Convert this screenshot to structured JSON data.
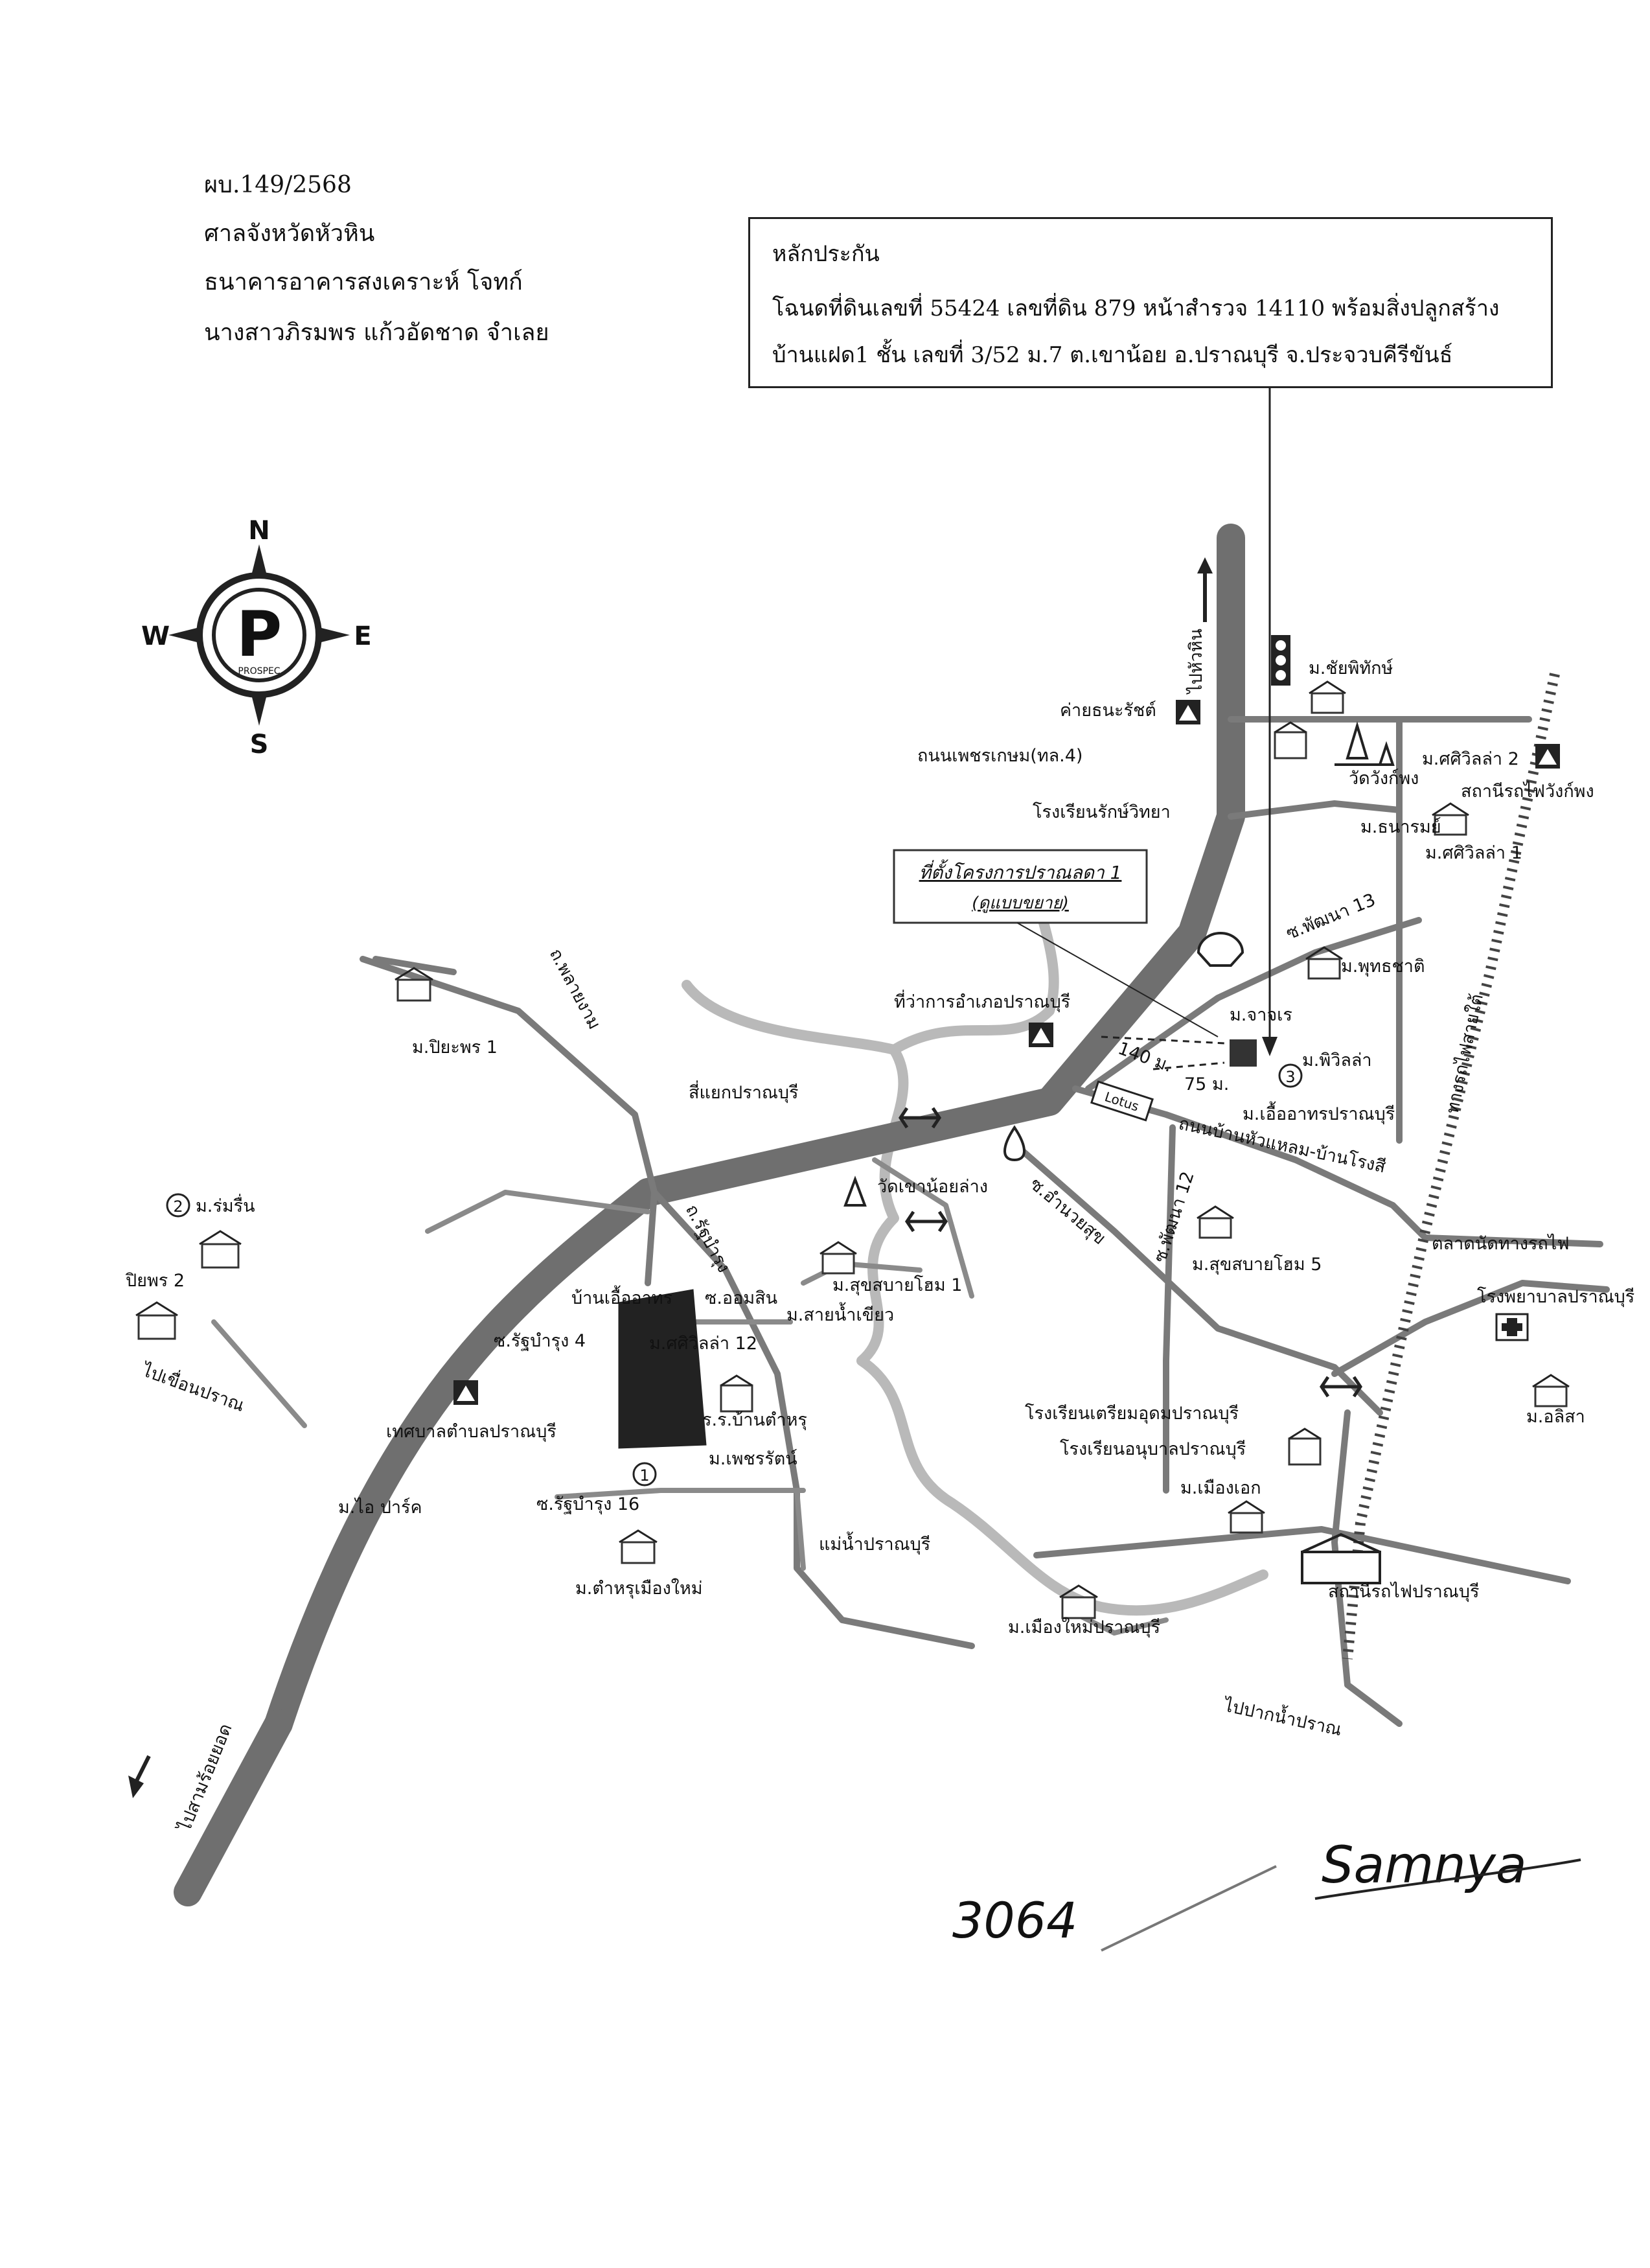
{
  "header": {
    "case_no": "ผบ.149/2568",
    "court": "ศาลจังหวัดหัวหิน",
    "plaintiff": "ธนาคารอาคารสงเคราะห์   โจทก์",
    "defendant": "นางสาวภิรมพร แก้วอัดชาด  จำเลย"
  },
  "collateral": {
    "title": "หลักประกัน",
    "line1": "โฉนดที่ดินเลขที่ 55424  เลขที่ดิน  879  หน้าสำรวจ 14110  พร้อมสิ่งปลูกสร้าง",
    "line2": "บ้านแฝด1 ชั้น  เลขที่ 3/52  ม.7  ต.เขาน้อย  อ.ปราณบุรี จ.ประจวบคีรีขันธ์"
  },
  "compass": {
    "n": "N",
    "s": "S",
    "e": "E",
    "w": "W",
    "logo_letter": "P",
    "logo_text": "PROSPEC"
  },
  "project_box": {
    "line1": "ที่ตั้งโครงการปราณลดา 1",
    "line2": "(ดูแบบขยาย)"
  },
  "labels": {
    "to_huahin": "ไปหัวหิน",
    "m_chaiphithak": "ม.ชัยพิทักษ์",
    "camp_thanarat": "ค่ายธนะรัชต์",
    "phetkasem_rd": "ถนนเพชรเกษม(ทล.4)",
    "wat_wangkphong": "วัดวังก์พง",
    "m_sriwilla2": "ม.ศศิวิลล่า 2",
    "wangkphong_station": "สถานีรถไฟวังก์พง",
    "rakwitthaya_school": "โรงเรียนรักษ์วิทยา",
    "m_thanarom": "ม.ธนารมย์",
    "m_sriwilla1": "ม.ศศิวิลล่า 1",
    "soi_phatthana13": "ซ.พัฒนา 13",
    "m_phutthachat": "ม.พุทธชาติ",
    "m_piyaphon1": "ม.ปิยะพร 1",
    "amphoe_office": "ที่ว่าการอำเภอปราณบุรี",
    "m_jakre": "ม.จาจเร",
    "dist_140": "140 ม.",
    "dist_75": "75 ม.",
    "marker_3": "3",
    "m_phiwilla": "ม.พิวิลล่า",
    "southern_railway": "ทางรถไฟสายใต้",
    "phlayngam_rd": "ถ.พลายงาม",
    "pranburi_intersection": "สี่แยกปราณบุรี",
    "ban_huahaem_rd": "ถนนบ้านหัวแหลม-บ้านโรงสี",
    "m_ua_arthorn_pranburi": "ม.เอื้ออาทรปราณบุรี",
    "marker_2": "2",
    "m_romruen": "ม.ร่มรื่น",
    "wat_khaonoi": "วัดเขาน้อยล่าง",
    "rathbamrung_rd": "ถ.รัฐบำรุง",
    "soi_amnuaisuk": "ซ.อำนวยสุข",
    "soi_phatthana12": "ซ.พัฒนา 12",
    "market_rail": "ตลาดนัดทางรถไฟ",
    "m_piyaphon2": "ปิยพร 2",
    "m_suksabai1": "ม.สุขสบายโฮม 1",
    "m_suksabai5": "ม.สุขสบายโฮม 5",
    "pranburi_hospital": "โรงพยาบาลปราณบุรี",
    "ban_ua_arthorn": "บ้านเอื้ออาทร",
    "soi_omsin": "ซ.ออมสิน",
    "m_sainamkhiao": "ม.สายน้ำเขียว",
    "soi_rathbamrung4": "ซ.รัฐบำรุง 4",
    "m_sriwilla12": "ม.ศศิวิลล่า 12",
    "to_pran_dam": "ไปเขื่อนปราณ",
    "pranburi_municipality": "เทศบาลตำบลปราณบุรี",
    "school_banthamru": "ร.ร.บ้านตำหรุ",
    "school_triam_udom": "โรงเรียนเตรียมอุดมปราณบุรี",
    "school_anuban": "โรงเรียนอนุบาลปราณบุรี",
    "m_alisa": "ม.อลิสา",
    "marker_1": "1",
    "m_phetcharat": "ม.เพชรรัตน์",
    "m_i_park": "ม.ไอ ปาร์ค",
    "soi_rathbamrung16": "ซ.รัฐบำรุง 16",
    "m_mueang_ek": "ม.เมืองเอก",
    "pranburi_river": "แม่น้ำปราณบุรี",
    "pranburi_station": "สถานีรถไฟปราณบุรี",
    "m_thamru_new": "ม.ตำหรุเมืองใหม่",
    "m_mueang_mai_pranburi": "ม.เมืองใหม่ปราณบุรี",
    "to_samroiyot": "ไปสามร้อยยอด",
    "to_paknam_pran": "ไปปากน้ำปราณ",
    "lotus_sign": "Lotus"
  },
  "handwriting": {
    "page_no": "3064",
    "signature": "Samnya"
  }
}
